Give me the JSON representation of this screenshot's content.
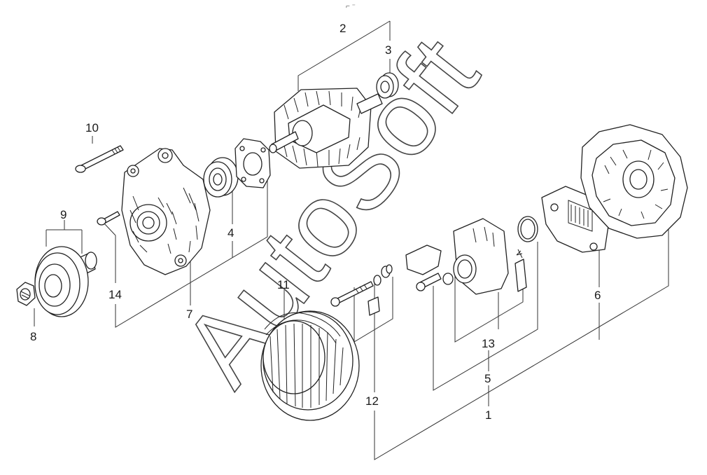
{
  "header_mark": "⌐ ⁻",
  "watermark": "AutoSoft",
  "callouts": {
    "c1": "1",
    "c2": "2",
    "c3": "3",
    "c4": "4",
    "c5": "5",
    "c6": "6",
    "c7": "7",
    "c8": "8",
    "c9": "9",
    "c10": "10",
    "c11": "11",
    "c12": "12",
    "c13": "13",
    "c14": "14"
  },
  "colors": {
    "line": "#222222",
    "background": "#ffffff"
  }
}
